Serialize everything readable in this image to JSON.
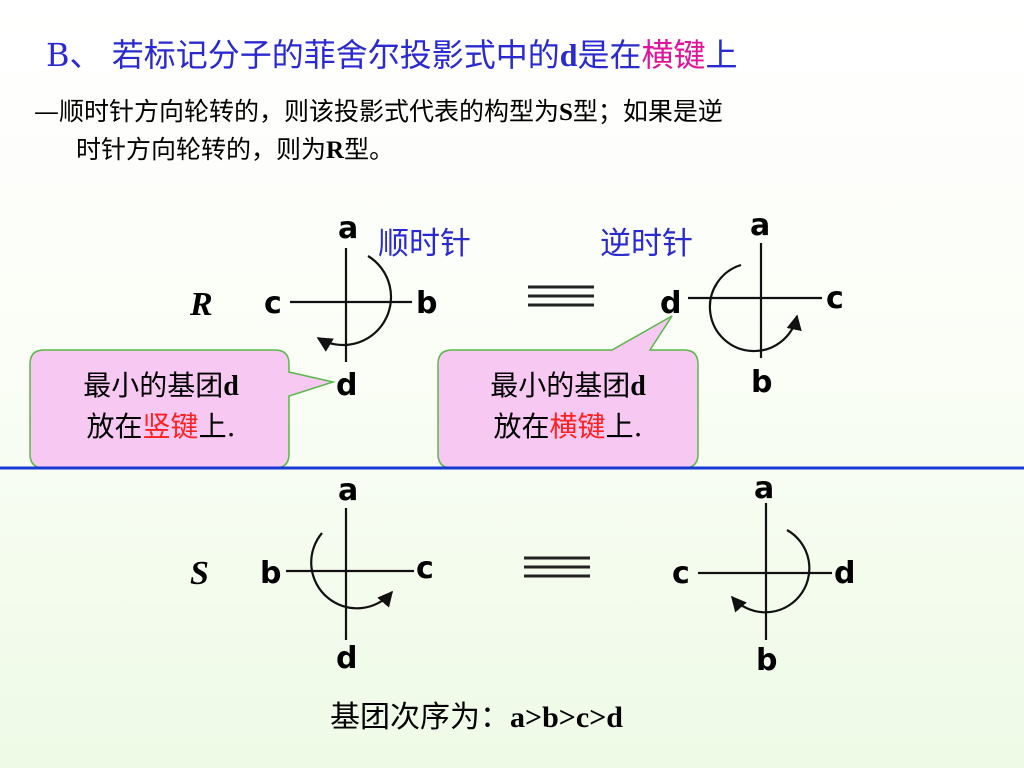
{
  "title": {
    "prefix": "B、 若标记分子的菲舍尔投影式中的",
    "bold_letter": "d",
    "middle": "是在",
    "highlight": "横键",
    "suffix": "上"
  },
  "description": {
    "line1_a": "—顺时针方向轮转的，则该投影式代表的构型为",
    "line1_s": "S",
    "line1_b": "型；如果是逆",
    "line2_a": "时针方向轮转的，则为",
    "line2_r": "R",
    "line2_b": "型。"
  },
  "direction_labels": {
    "clockwise": "顺时针",
    "counterclockwise": "逆时针"
  },
  "projections": {
    "r_config_label": "R",
    "s_config_label": "S",
    "r_left": {
      "top": "a",
      "left": "c",
      "right": "b",
      "bottom": "d"
    },
    "r_right": {
      "top": "a",
      "left": "d",
      "right": "c",
      "bottom": "b"
    },
    "s_left": {
      "top": "a",
      "left": "b",
      "right": "c",
      "bottom": "d"
    },
    "s_right": {
      "top": "a",
      "left": "c",
      "right": "d",
      "bottom": "b"
    }
  },
  "callouts": {
    "left": {
      "line1_a": "最小的基团",
      "line1_b": "d",
      "line2_a": "放在",
      "line2_red": "竖键",
      "line2_b": "上."
    },
    "right": {
      "line1_a": "最小的基团",
      "line1_b": "d",
      "line2_a": "放在",
      "line2_red": "横键",
      "line2_b": "上."
    }
  },
  "priority_order": {
    "label": "基团次序为：",
    "value": "a>b>c>d"
  },
  "colors": {
    "title_blue": "#2a2ad0",
    "highlight_pink": "#e0149a",
    "callout_red": "#ff2020",
    "callout_fill": "#f7c8f2",
    "callout_border": "#58b848",
    "divider_blue": "#1a3ad6"
  }
}
